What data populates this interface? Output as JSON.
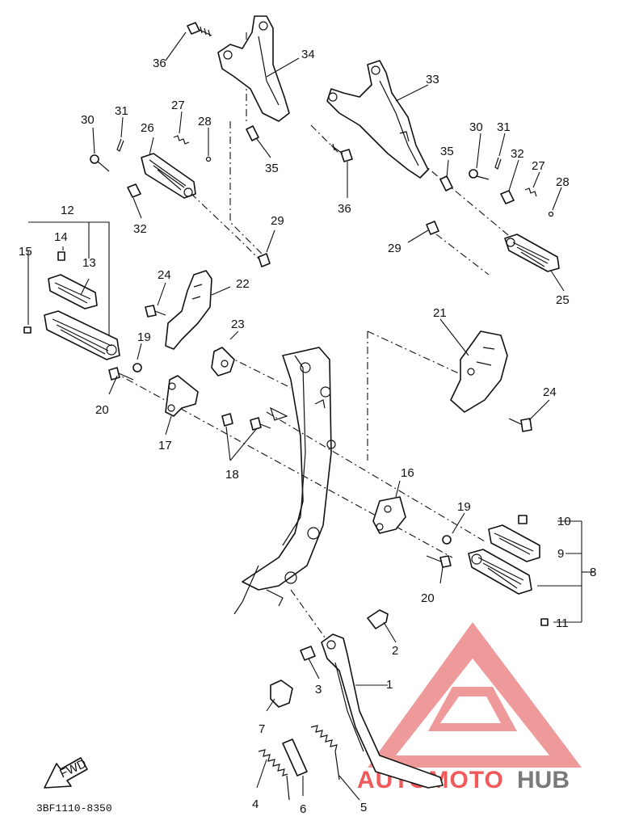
{
  "diagram": {
    "diagram_code": "3BF1110-8350",
    "direction_label": "FWD",
    "watermark": {
      "word1": "AUTOMOTO",
      "word2": "HUB",
      "color_primary": "#f05a5a",
      "color_secondary": "#7a7a7a",
      "triangle_color": "#ef9a9a"
    },
    "callouts": [
      "1",
      "2",
      "3",
      "4",
      "5",
      "6",
      "7",
      "8",
      "9",
      "10",
      "11",
      "12",
      "13",
      "14",
      "15",
      "16",
      "17",
      "18",
      "19",
      "19",
      "20",
      "20",
      "21",
      "22",
      "23",
      "24",
      "24",
      "25",
      "26",
      "27",
      "27",
      "28",
      "28",
      "29",
      "29",
      "30",
      "30",
      "31",
      "31",
      "32",
      "32",
      "33",
      "34",
      "35",
      "35",
      "36",
      "36"
    ]
  }
}
